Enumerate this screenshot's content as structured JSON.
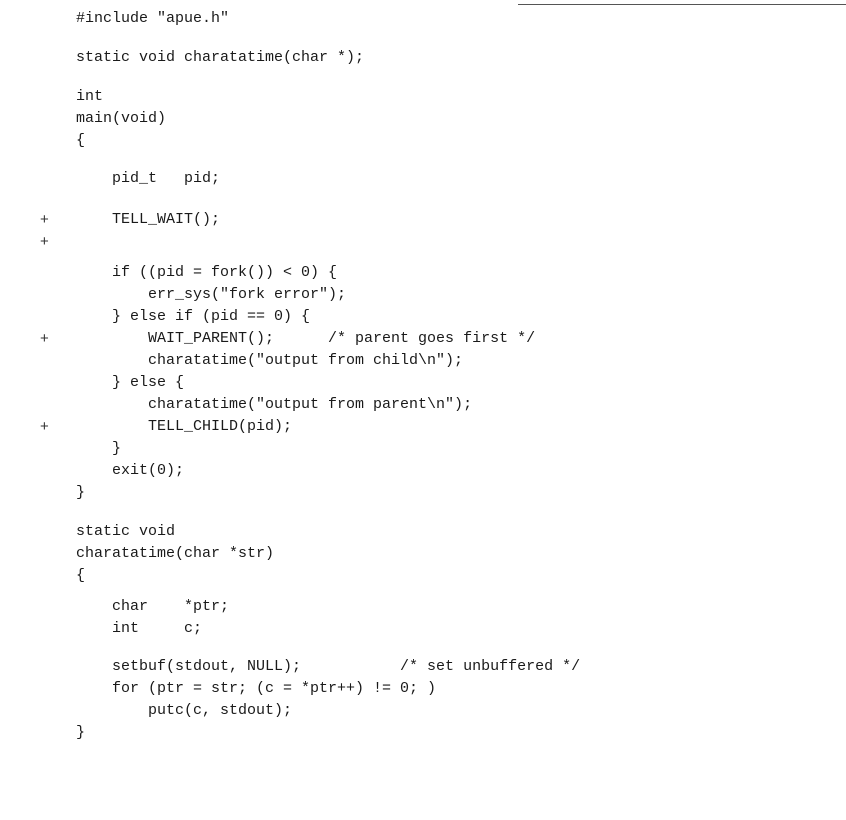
{
  "document": {
    "lines": [
      {
        "marker": "",
        "text": "#include \"apue.h\""
      },
      {
        "marker": "",
        "text": "static void charatatime(char *);"
      },
      {
        "marker": "",
        "text": "int"
      },
      {
        "marker": "",
        "text": "main(void)"
      },
      {
        "marker": "",
        "text": "{"
      },
      {
        "marker": "",
        "text": "    pid_t   pid;"
      },
      {
        "marker": "+",
        "text": "    TELL_WAIT();"
      },
      {
        "marker": "+",
        "text": ""
      },
      {
        "marker": "",
        "text": "    if ((pid = fork()) < 0) {"
      },
      {
        "marker": "",
        "text": "        err_sys(\"fork error\");"
      },
      {
        "marker": "",
        "text": "    } else if (pid == 0) {"
      },
      {
        "marker": "+",
        "text": "        WAIT_PARENT();      /* parent goes first */"
      },
      {
        "marker": "",
        "text": "        charatatime(\"output from child\\n\");"
      },
      {
        "marker": "",
        "text": "    } else {"
      },
      {
        "marker": "",
        "text": "        charatatime(\"output from parent\\n\");"
      },
      {
        "marker": "+",
        "text": "        TELL_CHILD(pid);"
      },
      {
        "marker": "",
        "text": "    }"
      },
      {
        "marker": "",
        "text": "    exit(0);"
      },
      {
        "marker": "",
        "text": "}"
      },
      {
        "marker": "",
        "text": "static void"
      },
      {
        "marker": "",
        "text": "charatatime(char *str)"
      },
      {
        "marker": "",
        "text": "{"
      },
      {
        "marker": "",
        "text": "    char    *ptr;"
      },
      {
        "marker": "",
        "text": "    int     c;"
      },
      {
        "marker": "",
        "text": "    setbuf(stdout, NULL);           /* set unbuffered */"
      },
      {
        "marker": "",
        "text": "    for (ptr = str; (c = *ptr++) != 0; )"
      },
      {
        "marker": "",
        "text": "        putc(c, stdout);"
      },
      {
        "marker": "",
        "text": "}"
      }
    ]
  }
}
